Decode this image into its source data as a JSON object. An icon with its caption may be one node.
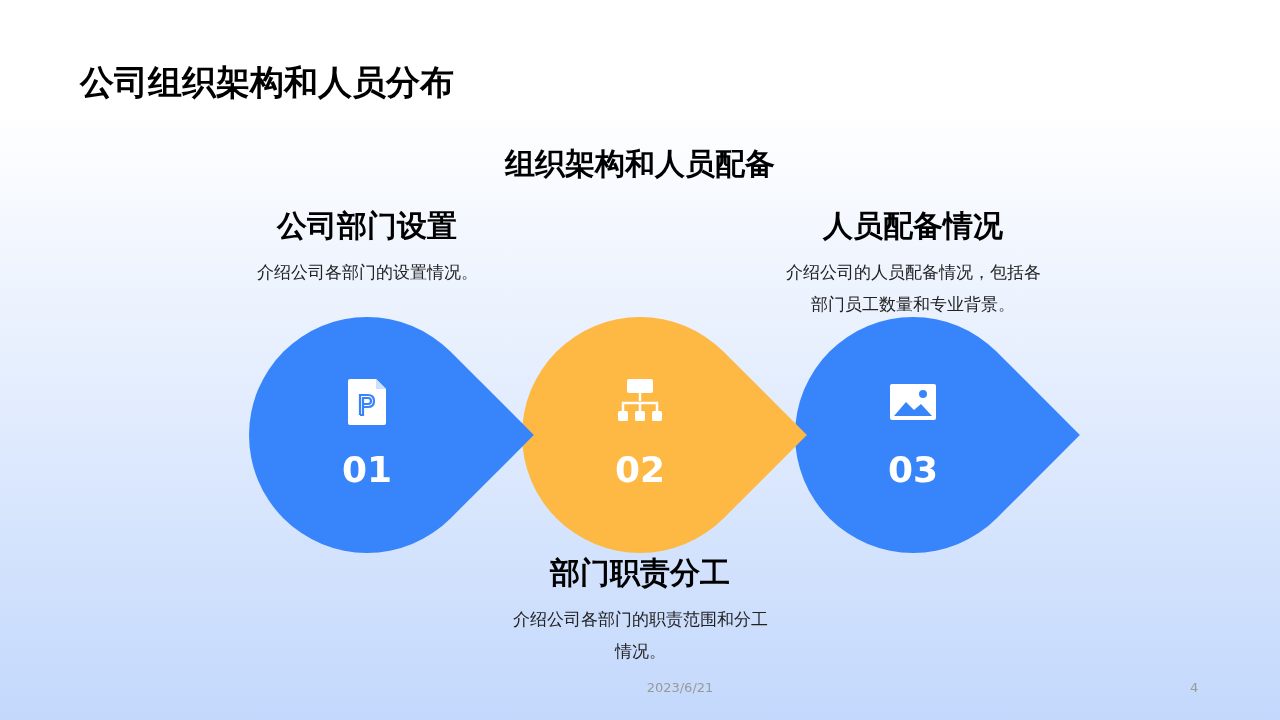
{
  "diagram": {
    "title": "公司组织架构和人员分布",
    "nodes": [
      {
        "text": [
          "01"
        ],
        "beside": [
          "公司部门设置",
          "介绍公司各部门的设置情况。"
        ]
      },
      {
        "text": [
          "02"
        ],
        "beside": [
          "部门职责分工",
          "介绍公司各部门的职责范围和分工情况。"
        ]
      },
      {
        "text": [
          "03"
        ],
        "beside": [
          "人员配备情况",
          "介绍公司的人员配备情况，包括各部门员工数量和专业背景。"
        ]
      }
    ],
    "edges": [],
    "labels": [
      "组织架构和人员配备",
      "2023/6/21",
      "4"
    ]
  }
}
